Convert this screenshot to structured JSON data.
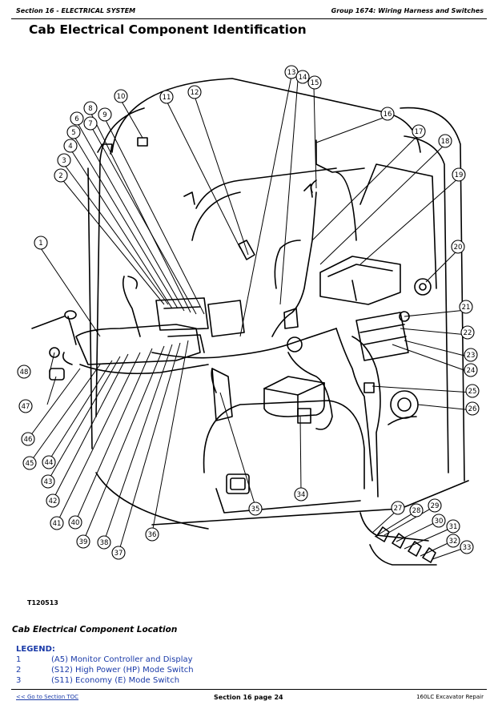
{
  "header": {
    "section": "Section 16 - ELECTRICAL SYSTEM",
    "group": "Group 1674: Wiring Harness and Switches"
  },
  "page_title": "Cab Electrical Component Identification",
  "figure": {
    "id": "T120513",
    "callouts": [
      "1",
      "2",
      "3",
      "4",
      "5",
      "6",
      "7",
      "8",
      "9",
      "10",
      "11",
      "12",
      "13",
      "14",
      "15",
      "16",
      "17",
      "18",
      "19",
      "20",
      "21",
      "22",
      "23",
      "24",
      "25",
      "26",
      "27",
      "28",
      "29",
      "30",
      "31",
      "32",
      "33",
      "34",
      "35",
      "36",
      "37",
      "38",
      "39",
      "40",
      "41",
      "42",
      "43",
      "44",
      "45",
      "46",
      "47",
      "48"
    ]
  },
  "caption": "Cab Electrical Component Location",
  "legend": {
    "heading": "LEGEND:",
    "items": [
      {
        "num": "1",
        "text": "(A5) Monitor Controller and Display"
      },
      {
        "num": "2",
        "text": "(S12) High Power (HP) Mode Switch"
      },
      {
        "num": "3",
        "text": "(S11) Economy (E) Mode Switch"
      }
    ]
  },
  "footer": {
    "toc_link": "<< Go to Section TOC",
    "page": "Section 16 page 24",
    "manual": "160LC Excavator Repair"
  }
}
